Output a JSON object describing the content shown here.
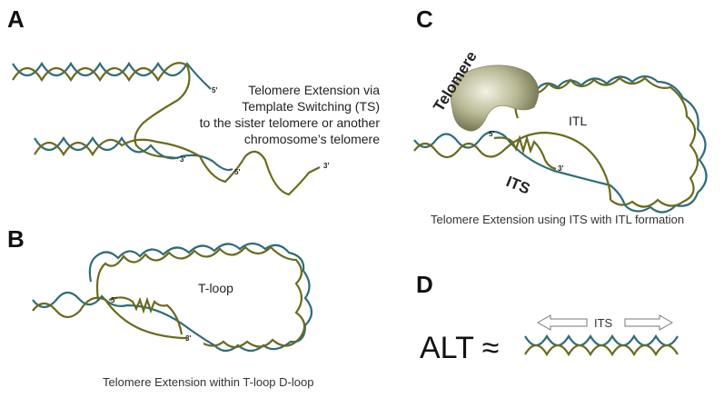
{
  "panels": {
    "a": {
      "letter": "A",
      "caption_lines": [
        "Telomere Extension via",
        "Template Switching (TS)",
        "to the sister telomere or another",
        "chromosome’s telomere"
      ],
      "ends": [
        "5'",
        "3'",
        "5'",
        "3'"
      ]
    },
    "b": {
      "letter": "B",
      "loop_label": "T-loop",
      "ends": [
        "5'",
        "3'"
      ],
      "caption": "Telomere Extension within T-loop D-loop"
    },
    "c": {
      "letter": "C",
      "protein_label": "Telomere",
      "loop_label": "ITL",
      "its_label": "ITS",
      "ends": [
        "5'",
        "3'"
      ],
      "caption": "Telomere Extension using ITS with ITL formation"
    },
    "d": {
      "letter": "D",
      "alt_text": "ALT ≈",
      "its_label": "ITS"
    }
  },
  "colors": {
    "strand_a": "#2e6e78",
    "strand_b": "#6b6a1e",
    "protein": "#9a9a78"
  }
}
